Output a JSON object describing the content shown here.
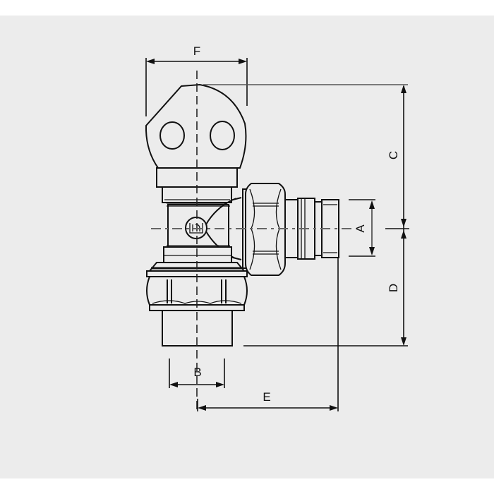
{
  "diagram": {
    "title": "Angled radiator valve dimension drawing",
    "colors": {
      "background": "#ececec",
      "outer": "#ffffff",
      "line": "#111111"
    },
    "dimensions": {
      "A": "A",
      "B": "B",
      "C": "C",
      "D": "D",
      "E": "E",
      "F": "F"
    }
  }
}
